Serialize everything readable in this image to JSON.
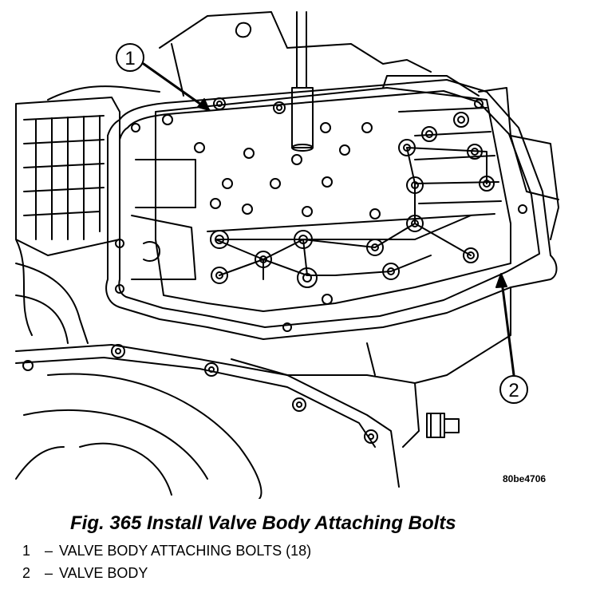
{
  "figure": {
    "caption": "Fig. 365 Install Valve Body Attaching Bolts",
    "image_code": "80be4706",
    "callouts": [
      {
        "number": "1",
        "label": "VALVE BODY ATTACHING BOLTS (18)"
      },
      {
        "number": "2",
        "label": "VALVE BODY"
      }
    ],
    "legend_separator": "–",
    "colors": {
      "ink": "#000000",
      "paper": "#ffffff"
    }
  }
}
